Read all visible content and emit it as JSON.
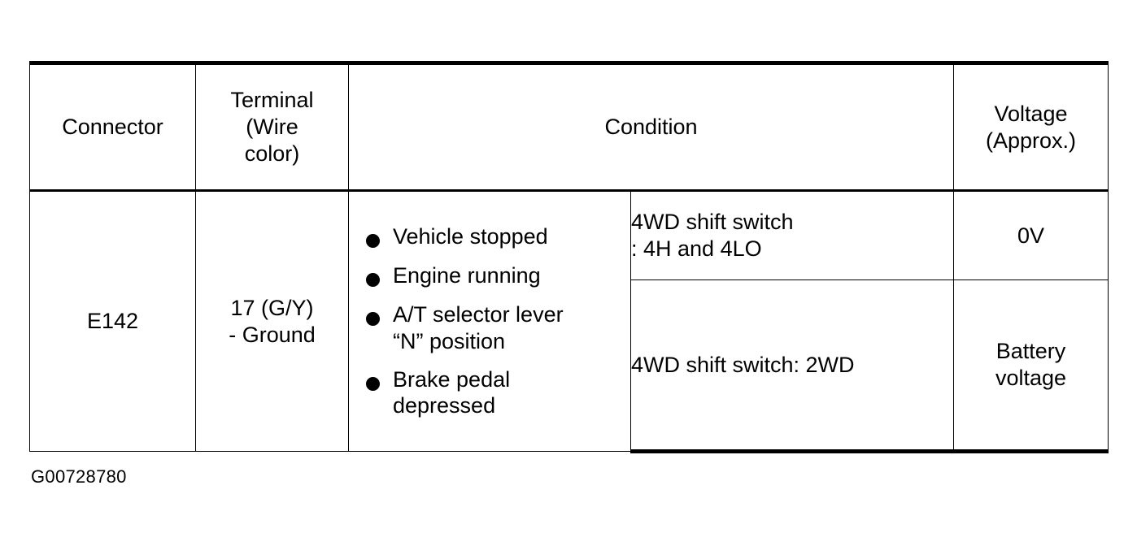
{
  "table": {
    "headers": {
      "connector": [
        "Connector"
      ],
      "terminal": [
        "Terminal",
        "(Wire",
        "color)"
      ],
      "condition": [
        "Condition"
      ],
      "voltage": [
        "Voltage",
        "(Approx.)"
      ]
    },
    "row": {
      "connector": "E142",
      "terminal": [
        "17 (G/Y)",
        "- Ground"
      ],
      "conditions": [
        {
          "lines": [
            "Vehicle stopped"
          ]
        },
        {
          "lines": [
            "Engine running"
          ]
        },
        {
          "lines": [
            "A/T selector lever",
            "“N” position"
          ]
        },
        {
          "lines": [
            "Brake pedal",
            "depressed"
          ]
        }
      ],
      "sub_rows": [
        {
          "condition_lines": [
            "4WD shift switch",
            ": 4H and 4LO"
          ],
          "voltage_lines": [
            "0V"
          ]
        },
        {
          "condition_lines": [
            "4WD shift switch: 2WD"
          ],
          "voltage_lines": [
            "Battery",
            "voltage"
          ]
        }
      ]
    }
  },
  "caption": "G00728780",
  "colors": {
    "ink": "#000000",
    "paper": "#ffffff"
  }
}
